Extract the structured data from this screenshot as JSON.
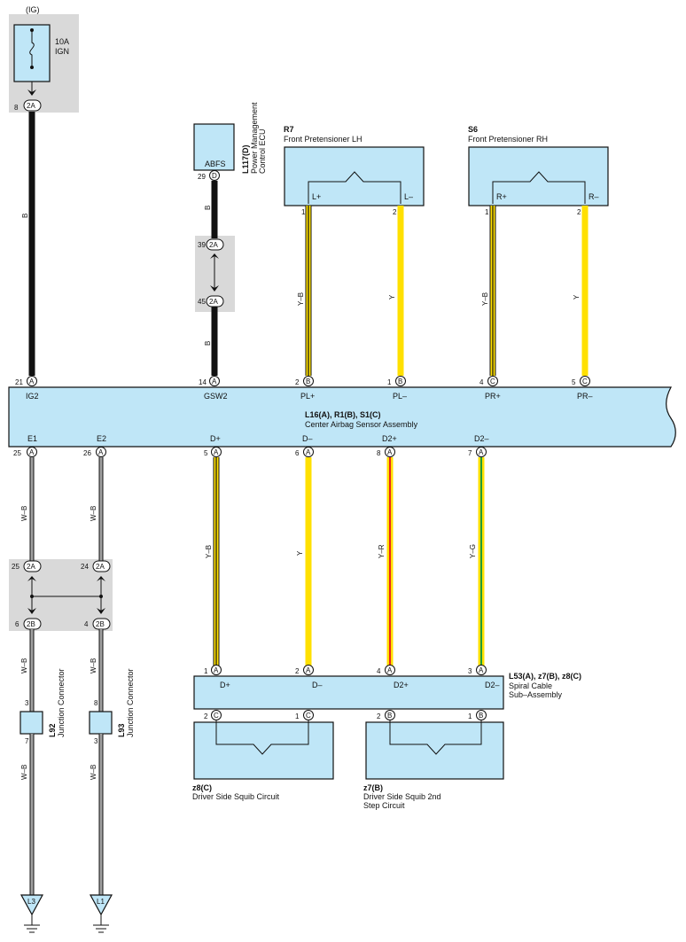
{
  "fuse": {
    "header": "(IG)",
    "rating": "10A",
    "name": "IGN",
    "pin": "8",
    "conn": "2A"
  },
  "wire_colors": {
    "B": "B",
    "Y": "Y",
    "YB": "Y–B",
    "WB": "W–B",
    "YR": "Y–R",
    "YG": "Y–G"
  },
  "colors": {
    "box_fill": "#bfe6f7",
    "yellow": "#ffe000",
    "red": "#e5271d",
    "green": "#1f9a3a",
    "gray": "#d9d9d9",
    "black": "#111111"
  },
  "ecu": {
    "ref": "L117(D)",
    "name1": "Power Management",
    "name2": "Control ECU",
    "term": "ABFS",
    "pin": "29",
    "conn": "D"
  },
  "junction_block_top": {
    "pin_a": "39",
    "conn_a": "2A",
    "pin_b": "45",
    "conn_b": "2A"
  },
  "pretensioner_lh": {
    "ref": "R7",
    "name": "Front Pretensioner LH",
    "t1": "L+",
    "t2": "L–",
    "p1": "1",
    "p2": "2"
  },
  "pretensioner_rh": {
    "ref": "S6",
    "name": "Front Pretensioner RH",
    "t1": "R+",
    "t2": "R–",
    "p1": "1",
    "p2": "2"
  },
  "center": {
    "ref": "L16(A), R1(B), S1(C)",
    "name": "Center Airbag Sensor Assembly",
    "top_pins": [
      {
        "pin": "21",
        "conn": "A",
        "term": "IG2"
      },
      {
        "pin": "14",
        "conn": "A",
        "term": "GSW2"
      },
      {
        "pin": "2",
        "conn": "B",
        "term": "PL+"
      },
      {
        "pin": "1",
        "conn": "B",
        "term": "PL–"
      },
      {
        "pin": "4",
        "conn": "C",
        "term": "PR+"
      },
      {
        "pin": "5",
        "conn": "C",
        "term": "PR–"
      }
    ],
    "bottom_pins": [
      {
        "pin": "25",
        "conn": "A",
        "term": "E1"
      },
      {
        "pin": "26",
        "conn": "A",
        "term": "E2"
      },
      {
        "pin": "5",
        "conn": "A",
        "term": "D+"
      },
      {
        "pin": "6",
        "conn": "A",
        "term": "D–"
      },
      {
        "pin": "8",
        "conn": "A",
        "term": "D2+"
      },
      {
        "pin": "7",
        "conn": "A",
        "term": "D2–"
      }
    ]
  },
  "junction_block_bottom": {
    "p25": "25",
    "c25": "2A",
    "p24": "24",
    "c24": "2A",
    "p6": "6",
    "c6": "2B",
    "p4": "4",
    "c4": "2B"
  },
  "jc_l92": {
    "ref": "L92",
    "name": "Junction Connector",
    "top": "3",
    "bottom": "7"
  },
  "jc_l93": {
    "ref": "L93",
    "name": "Junction Connector",
    "top": "8",
    "bottom": "3"
  },
  "spiral": {
    "ref": "L53(A), z7(B), z8(C)",
    "name1": "Spiral Cable",
    "name2": "Sub–Assembly",
    "top": [
      {
        "pin": "1",
        "conn": "A",
        "term": "D+"
      },
      {
        "pin": "2",
        "conn": "A",
        "term": "D–"
      },
      {
        "pin": "4",
        "conn": "A",
        "term": "D2+"
      },
      {
        "pin": "3",
        "conn": "A",
        "term": "D2–"
      }
    ],
    "bottom": [
      {
        "pin": "2",
        "conn": "C"
      },
      {
        "pin": "1",
        "conn": "C"
      },
      {
        "pin": "2",
        "conn": "B"
      },
      {
        "pin": "1",
        "conn": "B"
      }
    ]
  },
  "squib_1": {
    "ref": "z8(C)",
    "name": "Driver Side Squib Circuit"
  },
  "squib_2": {
    "ref": "z7(B)",
    "name1": "Driver Side Squib 2nd",
    "name2": "Step Circuit"
  },
  "grounds": {
    "g1": "L3",
    "g2": "L1"
  }
}
